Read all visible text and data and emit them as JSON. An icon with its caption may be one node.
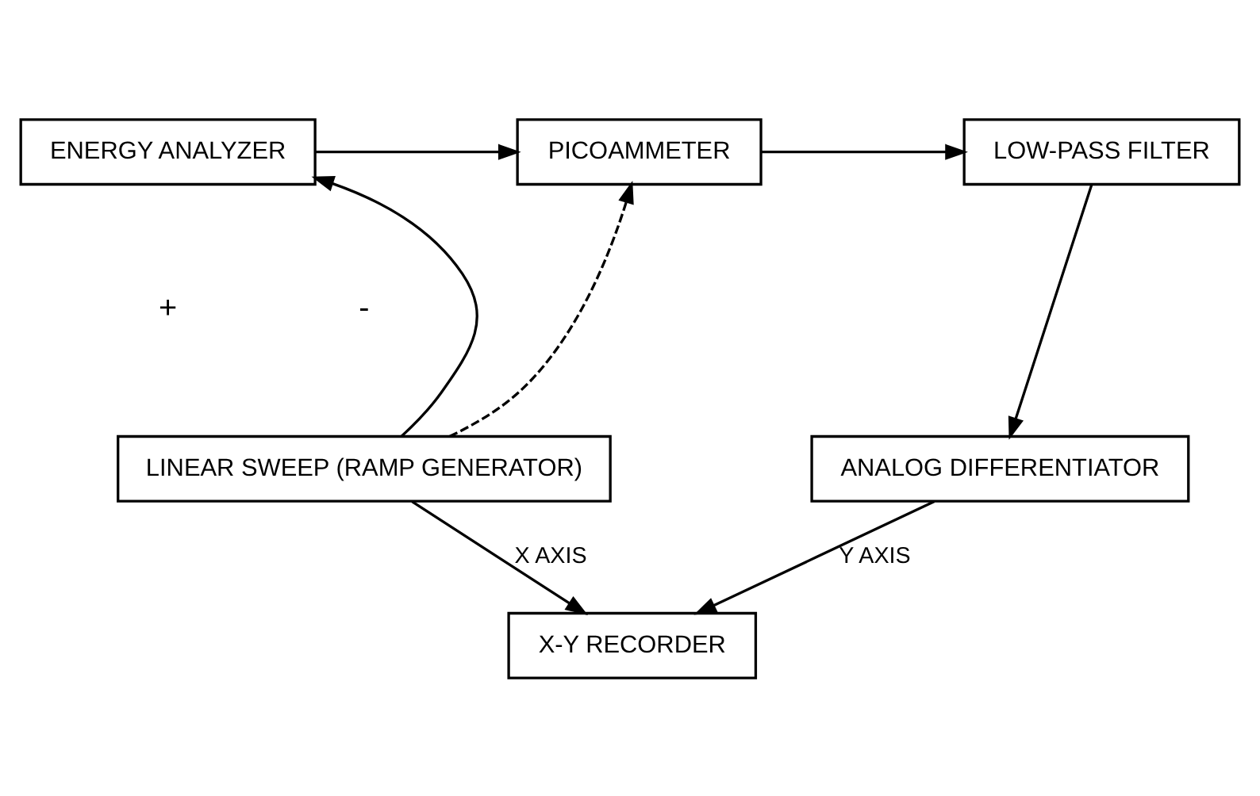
{
  "diagram": {
    "nodes": [
      {
        "text": [
          "ENERGY ANALYZER"
        ]
      },
      {
        "text": [
          "PICOAMMETER"
        ]
      },
      {
        "text": [
          "LOW-PASS FILTER"
        ]
      },
      {
        "text": [
          "LINEAR SWEEP (RAMP GENERATOR)"
        ]
      },
      {
        "text": [
          "ANALOG DIFFERENTIATOR"
        ]
      },
      {
        "text": [
          "X-Y RECORDER"
        ]
      }
    ],
    "edges": [
      {
        "from": 0,
        "to": 1,
        "arrow": "to"
      },
      {
        "from": 1,
        "to": 2,
        "arrow": "to"
      },
      {
        "from": 2,
        "to": 4,
        "arrow": "to"
      },
      {
        "from": 3,
        "to": 0,
        "arrow": "to"
      },
      {
        "from": 3,
        "to": 1,
        "arrow": "to",
        "style": "dashed"
      },
      {
        "from": 3,
        "to": 5,
        "arrow": "to",
        "label": "X AXIS"
      },
      {
        "from": 4,
        "to": 5,
        "arrow": "to",
        "label": "Y AXIS"
      }
    ],
    "labels": [
      "+",
      "-"
    ]
  }
}
